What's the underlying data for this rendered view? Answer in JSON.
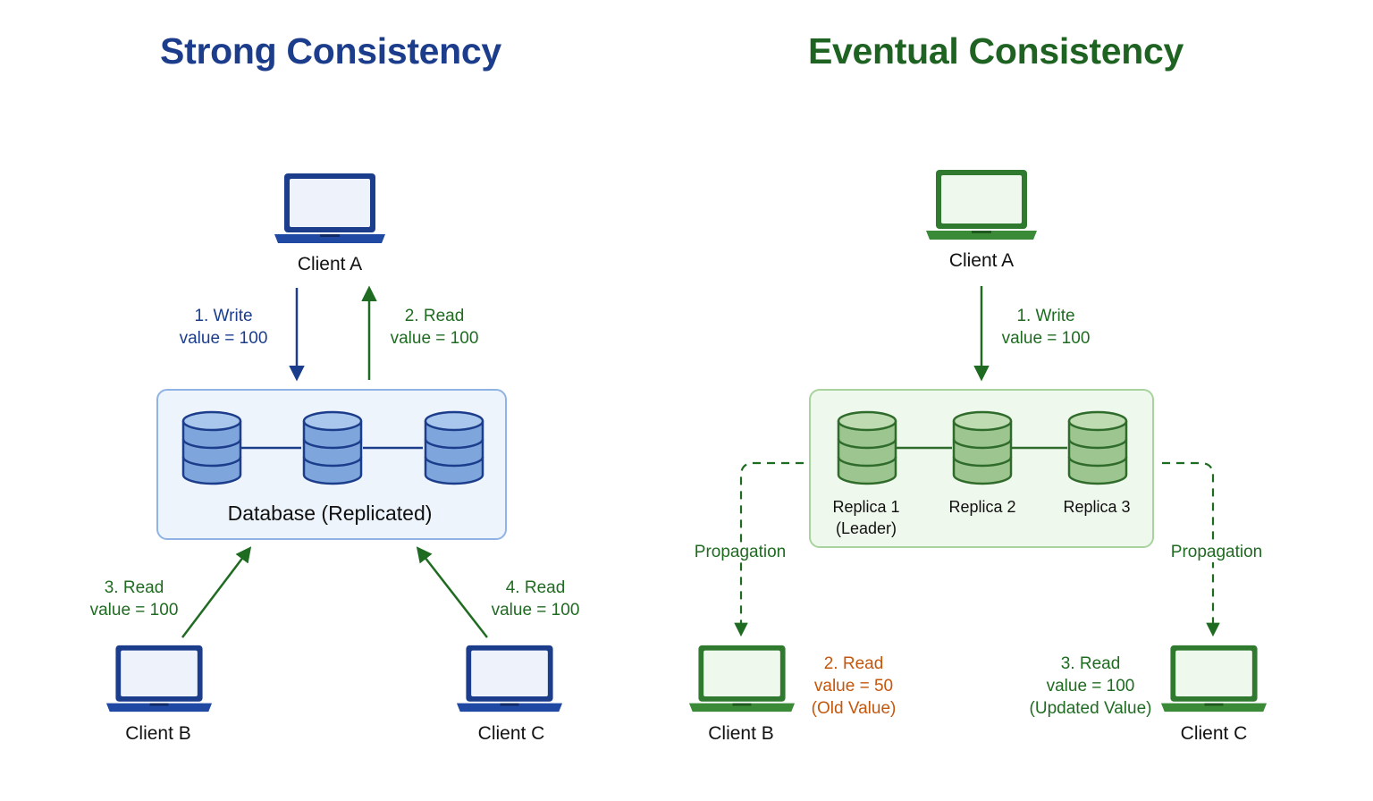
{
  "colors": {
    "blue": "#1c3d8c",
    "green": "#1f6b21",
    "orange": "#c4570e",
    "blue_fill": "#eef4fc",
    "green_fill": "#eff8ec"
  },
  "strong": {
    "title": "Strong Consistency",
    "client_a": "Client A",
    "client_b": "Client B",
    "client_c": "Client C",
    "database_label": "Database (Replicated)",
    "step1": {
      "line1": "1. Write",
      "line2": "value = 100"
    },
    "step2": {
      "line1": "2. Read",
      "line2": "value = 100"
    },
    "step3": {
      "line1": "3. Read",
      "line2": "value = 100"
    },
    "step4": {
      "line1": "4. Read",
      "line2": "value = 100"
    },
    "icons": [
      "laptop-icon",
      "database-icon"
    ]
  },
  "eventual": {
    "title": "Eventual Consistency",
    "client_a": "Client A",
    "client_b": "Client B",
    "client_c": "Client C",
    "replica1": {
      "line1": "Replica 1",
      "line2": "(Leader)"
    },
    "replica2": "Replica 2",
    "replica3": "Replica 3",
    "propagation_left": "Propagation",
    "propagation_right": "Propagation",
    "step1": {
      "line1": "1. Write",
      "line2": "value = 100"
    },
    "step2": {
      "line1": "2. Read",
      "line2": "value = 50",
      "line3": "(Old Value)"
    },
    "step3": {
      "line1": "3. Read",
      "line2": "value = 100",
      "line3": "(Updated Value)"
    },
    "icons": [
      "laptop-icon",
      "database-icon"
    ]
  }
}
